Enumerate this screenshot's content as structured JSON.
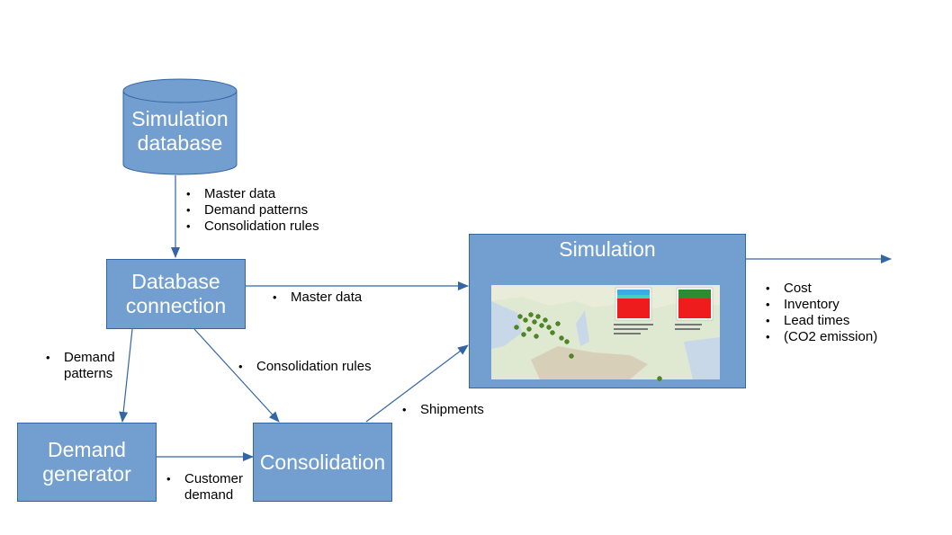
{
  "nodes": {
    "database": {
      "label_line1": "Simulation",
      "label_line2": "database"
    },
    "db_connection": {
      "label_line1": "Database",
      "label_line2": "connection"
    },
    "demand_generator": {
      "label_line1": "Demand",
      "label_line2": "generator"
    },
    "consolidation": {
      "label": "Consolidation"
    },
    "simulation": {
      "label": "Simulation"
    }
  },
  "edges": {
    "db_to_connection": [
      "Master data",
      "Demand patterns",
      "Consolidation rules"
    ],
    "connection_to_simulation": [
      "Master data"
    ],
    "connection_to_generator": [
      "Demand patterns"
    ],
    "connection_to_consolidation": [
      "Consolidation rules"
    ],
    "generator_to_consolidation": [
      "Customer demand"
    ],
    "consolidation_to_simulation": [
      "Shipments"
    ],
    "simulation_output": [
      "Cost",
      "Inventory",
      "Lead times",
      "(CO2 emission)"
    ]
  },
  "colors": {
    "node_fill": "#729fcf",
    "node_border": "#3465a4",
    "arrow": "#3465a4"
  }
}
